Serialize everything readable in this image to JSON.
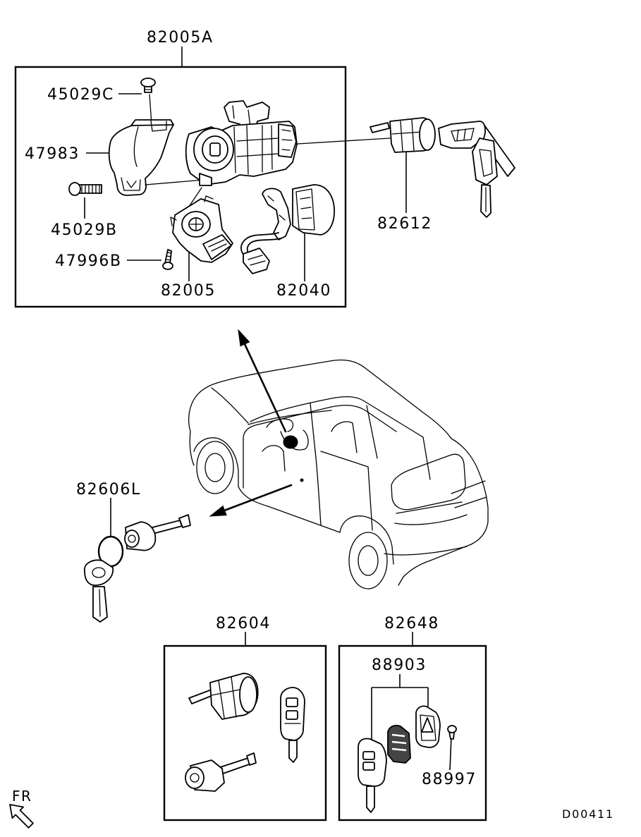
{
  "diagram": {
    "callouts": [
      "82005A",
      "45029C",
      "47983",
      "45029B",
      "47996B",
      "82005",
      "82040",
      "82612",
      "82606L",
      "82604",
      "82648",
      "88903",
      "88997"
    ],
    "direction_label": "FR",
    "drawing_code": "D00411"
  },
  "colors": {
    "line": "#000000",
    "background": "#ffffff"
  }
}
